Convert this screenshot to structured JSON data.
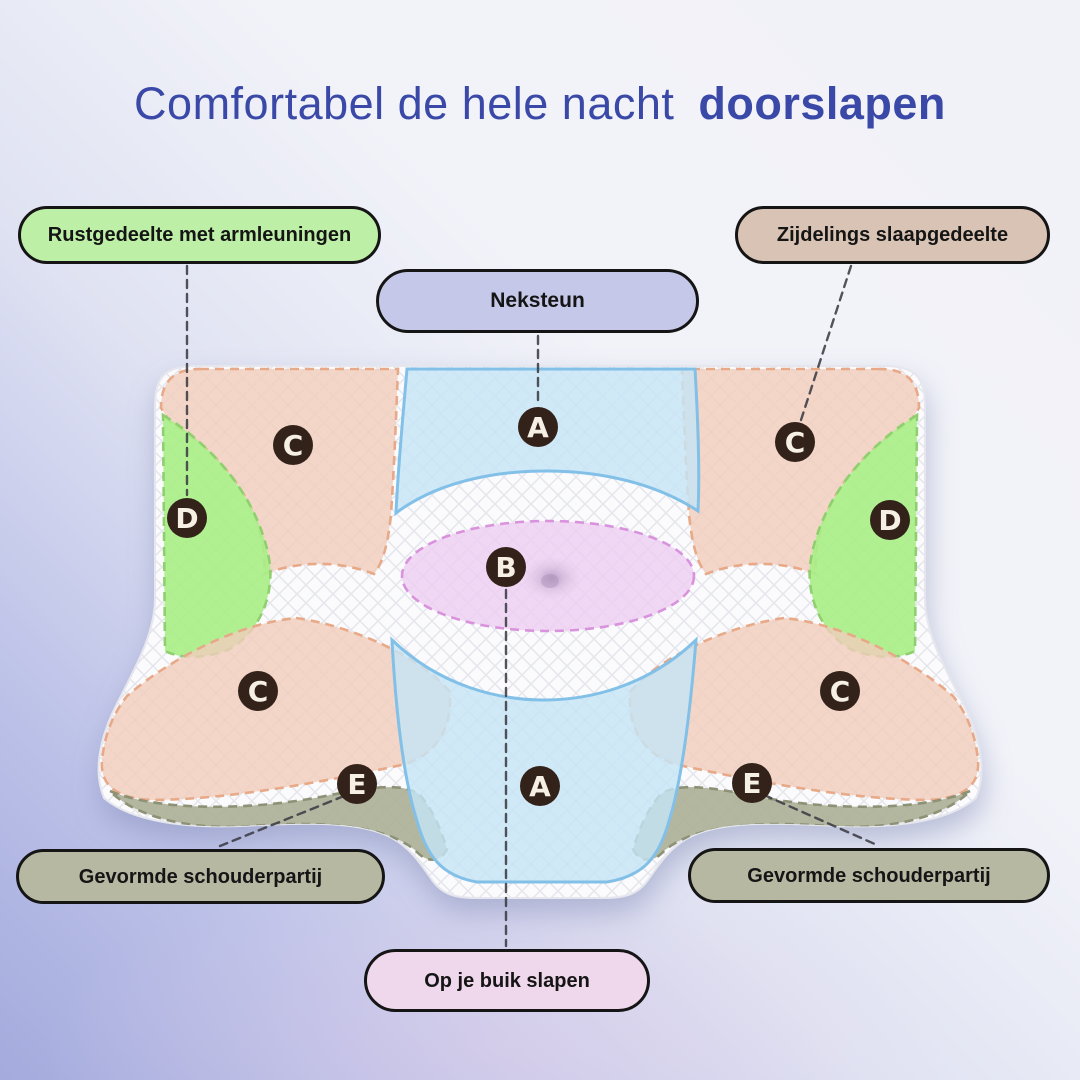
{
  "title": {
    "regular": "Comfortabel de hele nacht",
    "bold": "doorslapen"
  },
  "callouts": {
    "armrest": {
      "label": "Rustgedeelte met armleuningen",
      "color": "#BEEFA6"
    },
    "neck": {
      "label": "Neksteun",
      "color": "#C5C8E9"
    },
    "side_sleep": {
      "label": "Zijdelings slaapgedeelte",
      "color": "#D9C3B4"
    },
    "shoulder_left": {
      "label": "Gevormde schouderpartij",
      "color": "#B6B8A2"
    },
    "shoulder_right": {
      "label": "Gevormde schouderpartij",
      "color": "#B6B8A2"
    },
    "stomach": {
      "label": "Op je buik slapen",
      "color": "#EFD7EC"
    }
  },
  "zone_badges": {
    "a_top": "A",
    "a_bottom": "A",
    "b_center": "B",
    "c_upper_left": "C",
    "c_upper_right": "C",
    "c_lower_left": "C",
    "c_lower_right": "C",
    "d_left": "D",
    "d_right": "D",
    "e_left": "E",
    "e_right": "E"
  },
  "colors": {
    "title_text": "#3A49A7",
    "zone_a_fill": "#C6E4F5",
    "zone_a_stroke": "#82C0E8",
    "zone_b_fill": "#EDCEF1",
    "zone_b_stroke": "#D893DC",
    "zone_c_fill": "#F0CDBC",
    "zone_c_stroke": "#E7A987",
    "zone_d_fill": "#A9EF88",
    "zone_d_stroke": "#8FCF70",
    "zone_e_fill": "#ADB198",
    "zone_e_stroke": "#8D9175",
    "badge_fill": "#33221A",
    "badge_text": "#F6F0E4",
    "connector": "#3B3B44",
    "pill_border": "#151515"
  }
}
